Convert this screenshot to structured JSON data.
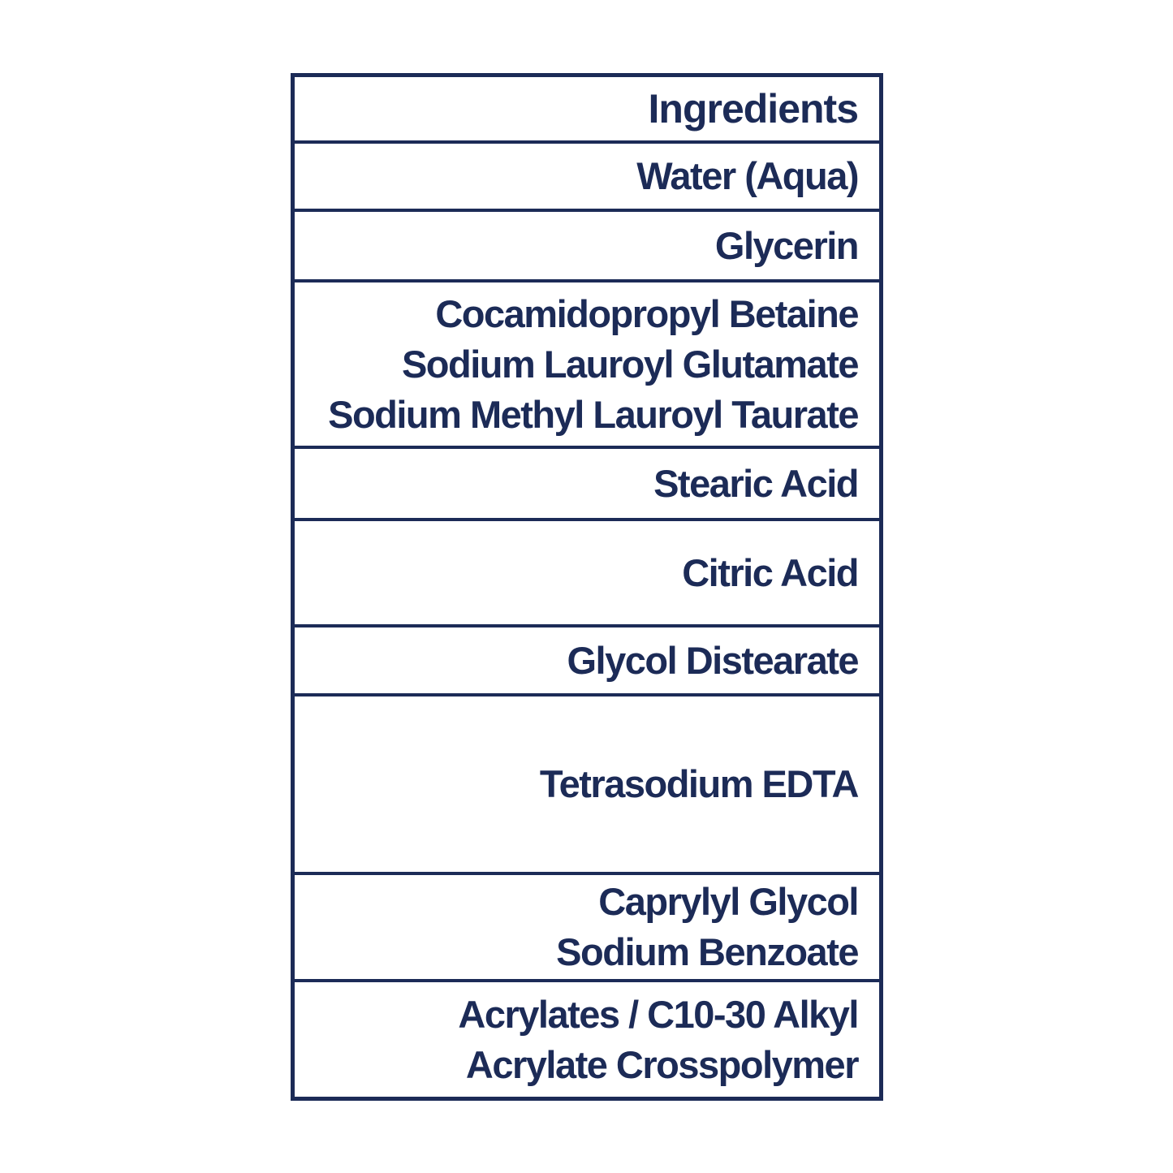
{
  "table": {
    "header": "Ingredients",
    "rows": [
      {
        "lines": [
          "Water (Aqua)"
        ]
      },
      {
        "lines": [
          "Glycerin"
        ]
      },
      {
        "lines": [
          "Cocamidopropyl Betaine",
          "Sodium Lauroyl Glutamate",
          "Sodium Methyl Lauroyl Taurate"
        ]
      },
      {
        "lines": [
          "Stearic Acid"
        ]
      },
      {
        "lines": [
          "Citric Acid"
        ]
      },
      {
        "lines": [
          "Glycol Distearate"
        ]
      },
      {
        "lines": [
          "Tetrasodium EDTA"
        ]
      },
      {
        "lines": [
          "Caprylyl Glycol",
          "Sodium Benzoate"
        ]
      },
      {
        "lines": [
          "Acrylates / C10-30 Alkyl",
          "Acrylate Crosspolymer"
        ]
      }
    ],
    "colors": {
      "ink": "#1c2b57",
      "background": "#ffffff"
    }
  }
}
